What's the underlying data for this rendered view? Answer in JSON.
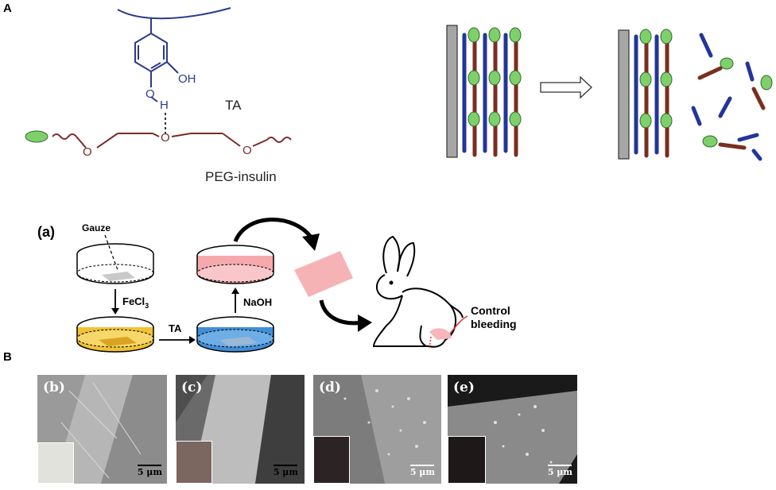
{
  "panels": {
    "A": {
      "letter": "A",
      "ta_label": "TA",
      "oh_label": "OH",
      "o_label": "O",
      "h_label": "H",
      "peg_label": "PEG-insulin"
    },
    "B": {
      "letter": "B",
      "sub_a_label": "(a)",
      "gauze_label": "Gauze",
      "fecl3_label": "FeCl",
      "fecl3_sub": "3",
      "ta_label": "TA",
      "naoh_label": "NaOH",
      "control_line1": "Control",
      "control_line2": "bleeding",
      "sem_images": [
        {
          "label": "(b)",
          "scale": "5 μm"
        },
        {
          "label": "(c)",
          "scale": "5 μm"
        },
        {
          "label": "(d)",
          "scale": "5 μm"
        },
        {
          "label": "(e)",
          "scale": "5 μm"
        }
      ]
    }
  },
  "colors": {
    "ta_blue": "#2c3a8c",
    "peg_red": "#7a2a2a",
    "insulin_green": "#7fcf6a",
    "plate_gray": "#a6a6a6",
    "yellow_fill": "#f2c230",
    "blue_fill": "#3f8fd8",
    "pink_fill": "#f6a9ad"
  }
}
